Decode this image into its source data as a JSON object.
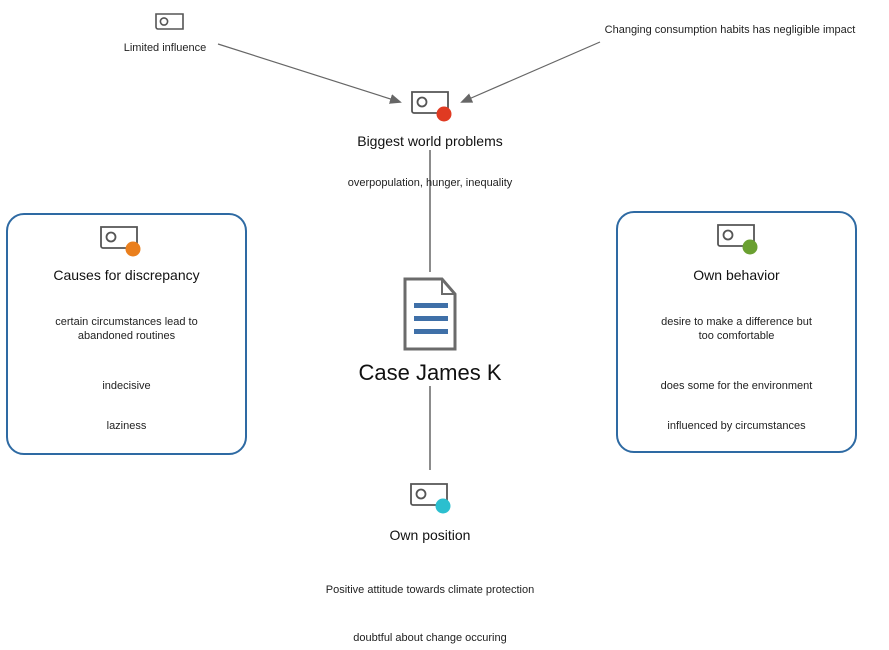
{
  "center": {
    "title": "Case James K"
  },
  "top": {
    "title": "Biggest world problems",
    "subtitle": "overpopulation, hunger, inequality",
    "dot_color": "#e03a22",
    "feeders": [
      {
        "label": "Limited influence"
      },
      {
        "label": "Changing consumption habits has negligible impact"
      }
    ]
  },
  "left_box": {
    "title": "Causes for discrepancy",
    "dot_color": "#ea7f1d",
    "items": [
      "certain circumstances lead to\nabandoned routines",
      "indecisive",
      "laziness"
    ]
  },
  "right_box": {
    "title": "Own behavior",
    "dot_color": "#6aa031",
    "items": [
      "desire to make a difference but\ntoo comfortable",
      "does some for the environment",
      "influenced by circumstances"
    ]
  },
  "bottom": {
    "title": "Own position",
    "dot_color": "#2bbfcf",
    "items": [
      "Positive attitude towards climate protection",
      "doubtful about change occuring"
    ]
  },
  "icons": {
    "code": "code-tag-icon",
    "document": "document-icon",
    "connector_color": "#666666",
    "box_border": "#2e6aa3"
  }
}
